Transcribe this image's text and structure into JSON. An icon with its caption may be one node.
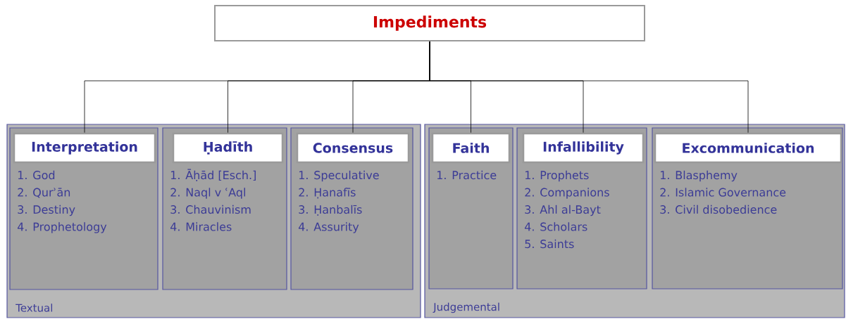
{
  "diagram": {
    "nodes": [
      {
        "text": [
          "Impediments"
        ]
      },
      {
        "text": [
          "Textual"
        ]
      },
      {
        "text": [
          "1. God",
          "2. Qurʾān",
          "3. Destiny",
          "4. Prophetology"
        ],
        "in": 1
      },
      {
        "text": [
          "Interpretation"
        ],
        "in": 2
      },
      {
        "text": [
          "1. Āḥād [Esch.]",
          "2. Naql v ʿAql",
          "3. Chauvinism",
          "4. Miracles"
        ],
        "in": 1
      },
      {
        "text": [
          "Ḥadīth"
        ],
        "in": 4
      },
      {
        "text": [
          "1. Speculative",
          "2. Ḥanafīs",
          "3. Ḥanbalīs",
          "4. Assurity"
        ],
        "in": 1
      },
      {
        "text": [
          "Consensus"
        ],
        "in": 6
      },
      {
        "text": [
          "Judgemental"
        ]
      },
      {
        "text": [
          "1. Practice"
        ],
        "in": 8
      },
      {
        "text": [
          "Faith"
        ],
        "in": 9
      },
      {
        "text": [
          "1. Prophets",
          "2. Companions",
          "3. Ahl al-Bayt",
          "4. Scholars",
          "5. Saints"
        ],
        "in": 8
      },
      {
        "text": [
          "Infallibility"
        ],
        "in": 11
      },
      {
        "text": [
          "1. Blasphemy",
          "2. Islamic Governance",
          "3. Civil disobedience"
        ],
        "in": 8
      },
      {
        "text": [
          "Excommunication"
        ],
        "in": 13
      }
    ],
    "edges": [
      {
        "from": 0,
        "to": 3,
        "arrow": "none"
      },
      {
        "from": 0,
        "to": 5,
        "arrow": "none"
      },
      {
        "from": 0,
        "to": 7,
        "arrow": "none"
      },
      {
        "from": 0,
        "to": 10,
        "arrow": "none"
      },
      {
        "from": 0,
        "to": 12,
        "arrow": "none"
      },
      {
        "from": 0,
        "to": 14,
        "arrow": "none"
      }
    ]
  }
}
